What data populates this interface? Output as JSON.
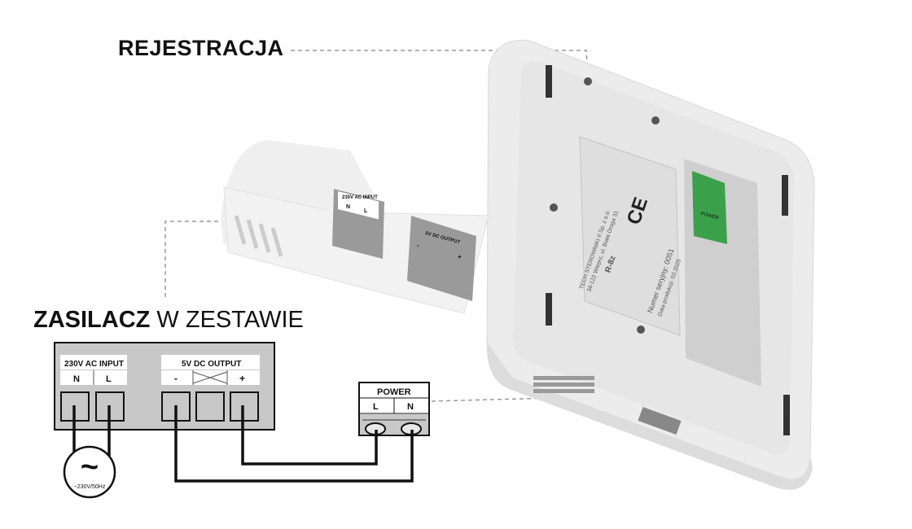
{
  "callouts": {
    "registration": "REJESTRACJA",
    "psu_bold": "ZASILACZ",
    "psu_rest": " W ZESTAWIE"
  },
  "psu_diagram": {
    "ac_input": "230V AC INPUT",
    "ac_n": "N",
    "ac_l": "L",
    "dc_output": "5V DC OUTPUT",
    "dc_minus": "-",
    "dc_plus": "+",
    "source_label": "~230V/50Hz",
    "source_symbol": "~"
  },
  "power_terminal": {
    "title": "POWER",
    "l": "L",
    "n": "N"
  },
  "adapter_photo": {
    "ac_input": "230V AC INPUT",
    "n": "N",
    "l": "L",
    "dc_output": "5V DC OUTPUT",
    "minus": "-",
    "plus": "+"
  },
  "device_label": {
    "maker": "TECH STEROWNIKI II Sp. z o.o.",
    "address": "34-122 Wieprz, ul. Biała Droga 31",
    "model": "R-8z",
    "serial": "Numer seryjny: 0051",
    "date": "Data produkcji: 03.2025",
    "ce": "CE",
    "terminal": "POWER"
  },
  "colors": {
    "connector_green": "#3aa04a",
    "box_gray": "#c8c8c8"
  }
}
